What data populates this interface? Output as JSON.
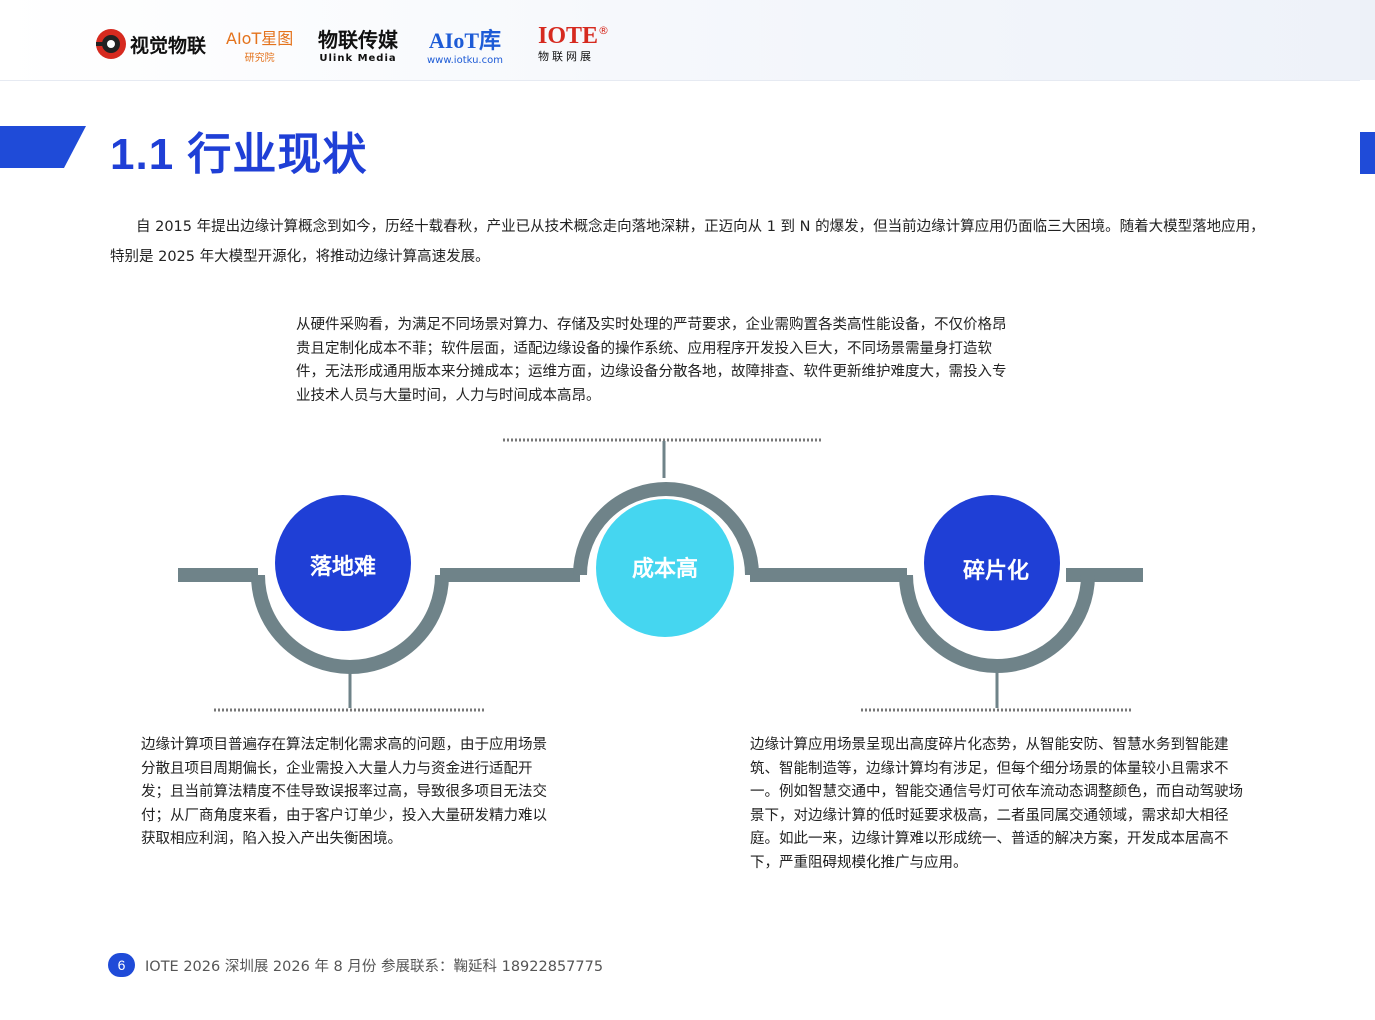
{
  "header": {
    "logos": [
      {
        "name": "视觉物联"
      },
      {
        "name": "AIoT星图",
        "sub": "研究院"
      },
      {
        "name": "物联传媒",
        "sub": "Ulink Media"
      },
      {
        "name": "AIoT库",
        "sub": "www.iotku.com"
      },
      {
        "name": "IOTE",
        "sub": "物联网展",
        "mark": "®"
      }
    ]
  },
  "section": {
    "title": "1.1 行业现状"
  },
  "intro": "自 2015 年提出边缘计算概念到如今，历经十载春秋，产业已从技术概念走向落地深耕，正迈向从 1 到 N 的爆发，但当前边缘计算应用仍面临三大困境。随着大模型落地应用，特别是 2025 年大模型开源化，将推动边缘计算高速发展。",
  "diagram": {
    "items": [
      {
        "label": "落地难",
        "color": "#1f3fd6"
      },
      {
        "label": "成本高",
        "color": "#45d6f0"
      },
      {
        "label": "碎片化",
        "color": "#1f3fd6"
      }
    ],
    "track_color": "#6f8389"
  },
  "paragraphs": {
    "top": "从硬件采购看，为满足不同场景对算力、存储及实时处理的严苛要求，企业需购置各类高性能设备，不仅价格昂贵且定制化成本不菲；软件层面，适配边缘设备的操作系统、应用程序开发投入巨大，不同场景需量身打造软件，无法形成通用版本来分摊成本；运维方面，边缘设备分散各地，故障排查、软件更新维护难度大，需投入专业技术人员与大量时间，人力与时间成本高昂。",
    "left": "边缘计算项目普遍存在算法定制化需求高的问题，由于应用场景分散且项目周期偏长，企业需投入大量人力与资金进行适配开发；且当前算法精度不佳导致误报率过高，导致很多项目无法交付；从厂商角度来看，由于客户订单少，投入大量研发精力难以获取相应利润，陷入投入产出失衡困境。",
    "right": "边缘计算应用场景呈现出高度碎片化态势，从智能安防、智慧水务到智能建筑、智能制造等，边缘计算均有涉足，但每个细分场景的体量较小且需求不一。例如智慧交通中，智能交通信号灯可依车流动态调整颜色，而自动驾驶场景下，对边缘计算的低时延要求极高，二者虽同属交通领域，需求却大相径庭。如此一来，边缘计算难以形成统一、普适的解决方案，开发成本居高不下，严重阻碍规模化推广与应用。"
  },
  "footer": {
    "page": "6",
    "text": "IOTE 2026 深圳展 2026 年 8 月份  参展联系：鞠延科 18922857775"
  },
  "colors": {
    "brand_blue": "#1f4bd8",
    "title_blue": "#1f3fd6"
  }
}
